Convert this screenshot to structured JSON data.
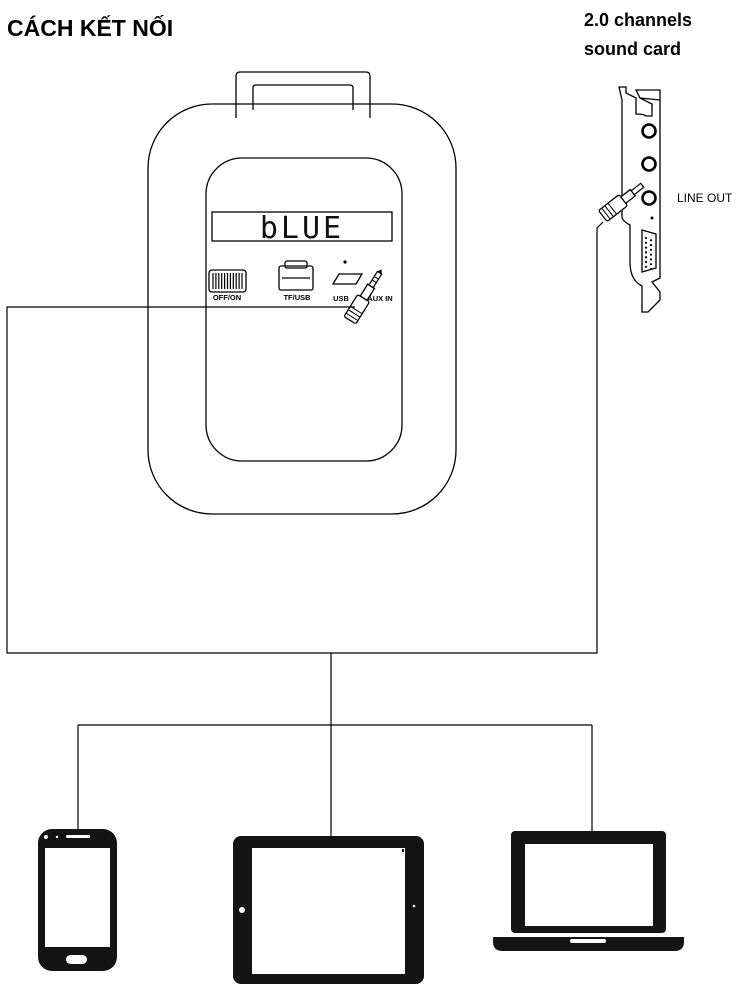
{
  "title": "CÁCH KẾT NỐI",
  "sound_card": {
    "label_line1": "2.0 channels",
    "label_line2": "sound card",
    "port_label": "LINE OUT"
  },
  "speaker": {
    "display_text": "bLUE",
    "switch_label": "OFF/ON",
    "slot_label": "TF/USB",
    "usb_label": "USB",
    "aux_label": "AUX IN"
  },
  "devices": [
    {
      "name": "smartphone",
      "icon": "smartphone-icon"
    },
    {
      "name": "tablet",
      "icon": "tablet-icon"
    },
    {
      "name": "laptop",
      "icon": "laptop-icon"
    }
  ]
}
